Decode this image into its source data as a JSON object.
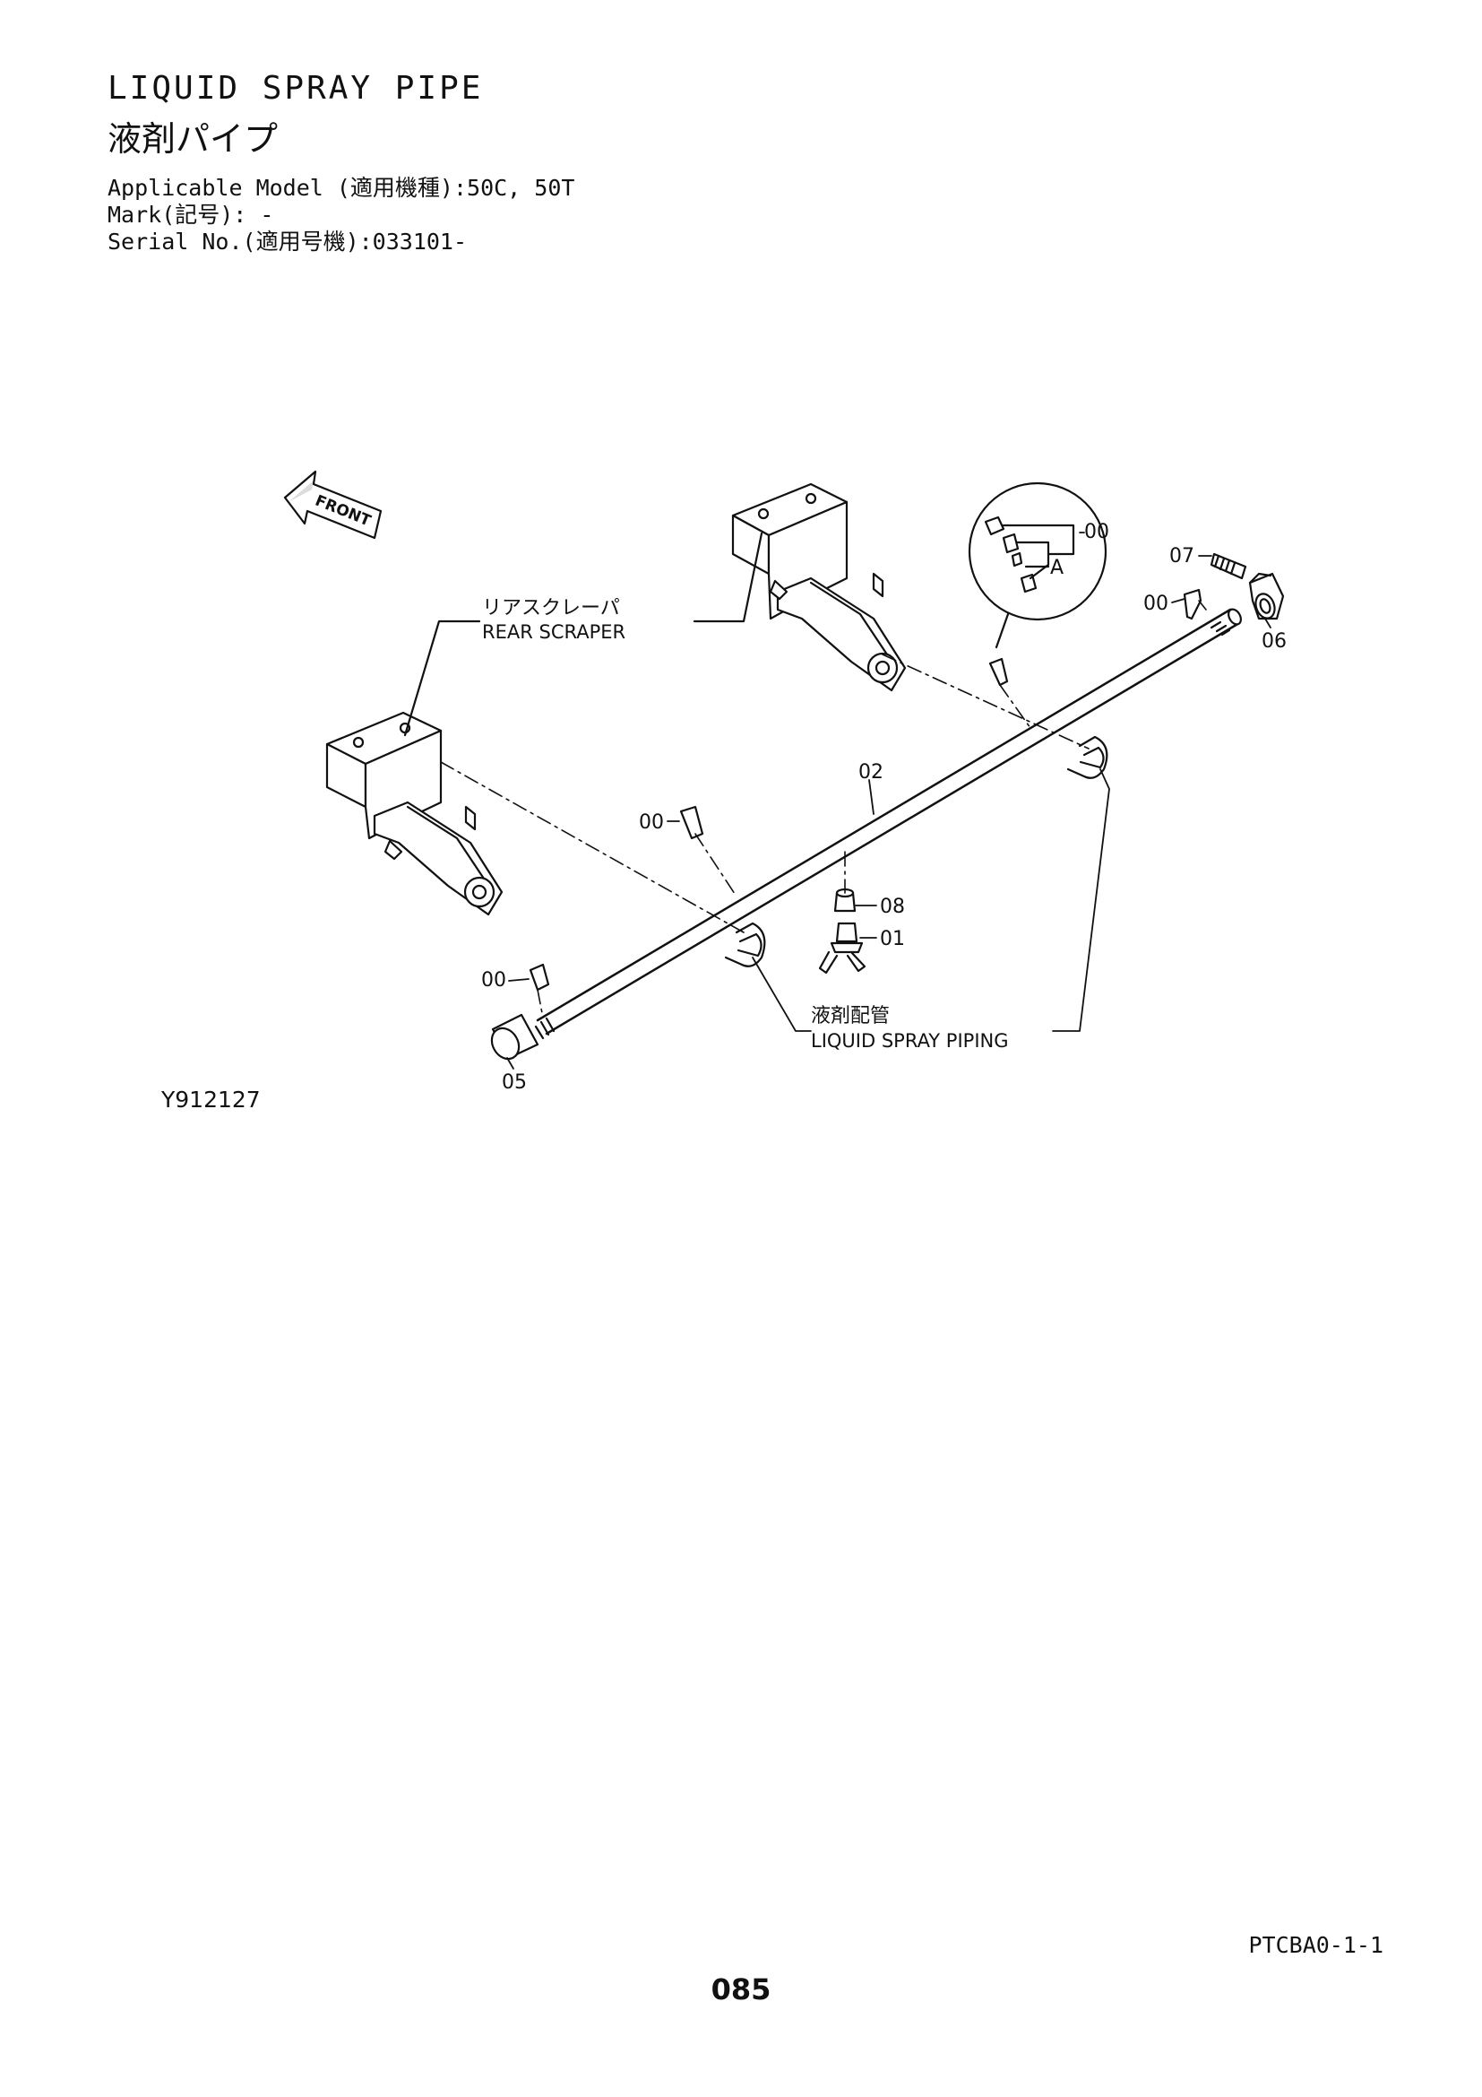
{
  "header": {
    "title_en": "LIQUID SPRAY PIPE",
    "title_jp": "液剤パイプ",
    "applicable_model": "Applicable Model (適用機種):50C, 50T",
    "mark": "Mark(記号): -",
    "serial_no": "Serial No.(適用号機):033101-"
  },
  "diagram": {
    "front_label": "FRONT",
    "labels": {
      "rear_scraper_jp": "リアスクレーパ",
      "rear_scraper_en": "REAR SCRAPER",
      "liquid_spray_piping_jp": "液剤配管",
      "liquid_spray_piping_en": "LIQUID SPRAY PIPING",
      "detail_a": "A"
    },
    "callouts": {
      "part_00_detail": "00",
      "part_07": "07",
      "part_00_right": "00",
      "part_06": "06",
      "part_02": "02",
      "part_00_middle": "00",
      "part_08": "08",
      "part_01": "01",
      "part_00_left": "00",
      "part_05": "05"
    }
  },
  "footer": {
    "figure_code": "Y912127",
    "catalog_code": "PTCBA0-1-1",
    "page_number": "085"
  }
}
